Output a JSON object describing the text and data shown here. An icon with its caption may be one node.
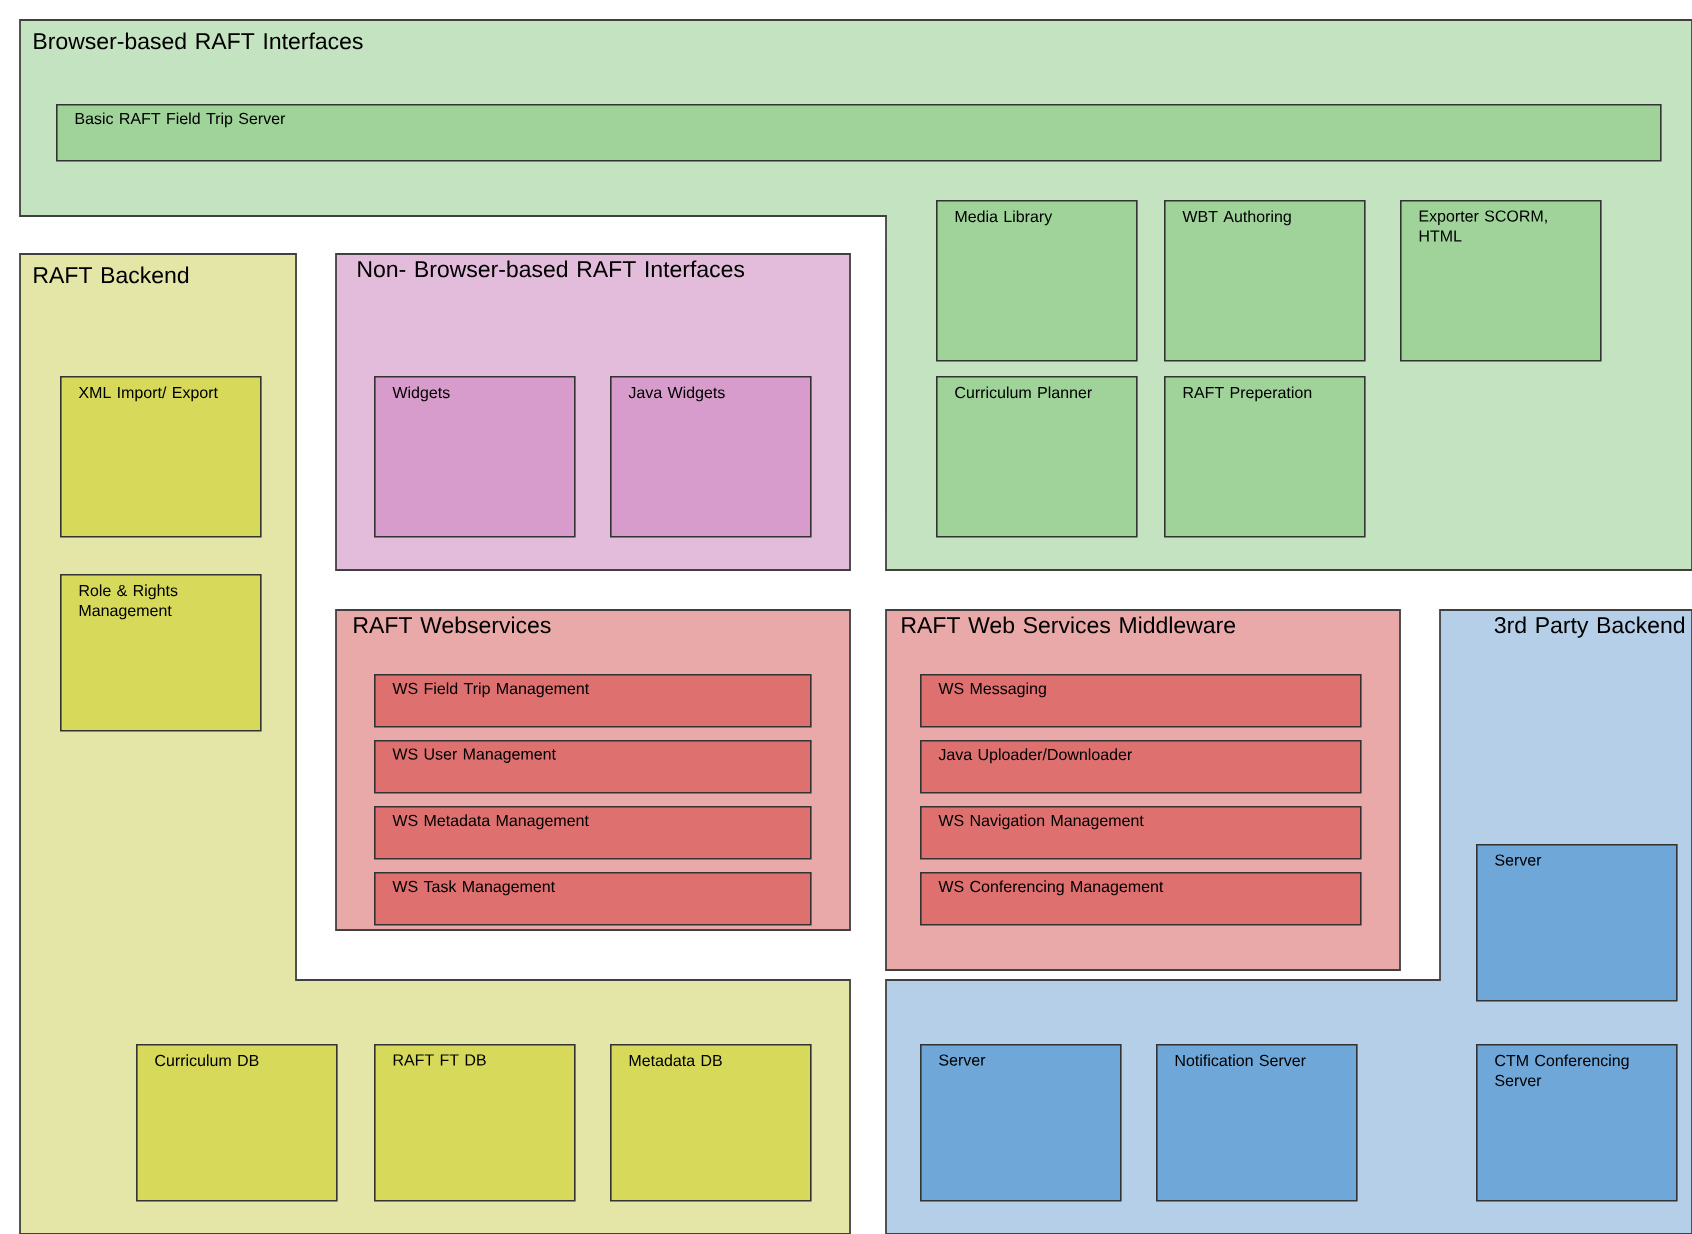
{
  "diagram": {
    "nodes": [
      {
        "text": [
          "Browser-based RAFT Interfaces"
        ]
      },
      {
        "text": [
          "Basic RAFT Field Trip Server"
        ],
        "in": 0
      },
      {
        "text": [
          "Media Library"
        ],
        "in": 0
      },
      {
        "text": [
          "WBT Authoring"
        ],
        "in": 0
      },
      {
        "text": [
          "Exporter SCORM, HTML"
        ],
        "in": 0
      },
      {
        "text": [
          "Curriculum Planner"
        ],
        "in": 0
      },
      {
        "text": [
          "RAFT Preperation"
        ],
        "in": 0
      },
      {
        "text": [
          "RAFT Backend"
        ]
      },
      {
        "text": [
          "XML Import/ Export"
        ],
        "in": 7
      },
      {
        "text": [
          "Role & Rights Management"
        ],
        "in": 7
      },
      {
        "text": [
          "Curriculum DB"
        ],
        "in": 7
      },
      {
        "text": [
          "RAFT FT DB"
        ],
        "in": 7
      },
      {
        "text": [
          "Metadata DB"
        ],
        "in": 7
      },
      {
        "text": [
          "Non- Browser-based RAFT Interfaces"
        ]
      },
      {
        "text": [
          "Widgets"
        ],
        "in": 13
      },
      {
        "text": [
          "Java Widgets"
        ],
        "in": 13
      },
      {
        "text": [
          "RAFT Webservices"
        ]
      },
      {
        "text": [
          "WS Field Trip Management"
        ],
        "in": 16
      },
      {
        "text": [
          "WS User Management"
        ],
        "in": 16
      },
      {
        "text": [
          "WS Metadata Management"
        ],
        "in": 16
      },
      {
        "text": [
          "WS Task Management"
        ],
        "in": 16
      },
      {
        "text": [
          "RAFT Web Services Middleware"
        ]
      },
      {
        "text": [
          "WS Messaging"
        ],
        "in": 21
      },
      {
        "text": [
          "Java Uploader/Downloader"
        ],
        "in": 21
      },
      {
        "text": [
          "WS Navigation Management"
        ],
        "in": 21
      },
      {
        "text": [
          "WS Conferencing Management"
        ],
        "in": 21
      },
      {
        "text": [
          "3rd Party Backend"
        ]
      },
      {
        "text": [
          "Server"
        ],
        "in": 26
      },
      {
        "text": [
          "Server"
        ],
        "in": 26
      },
      {
        "text": [
          "Notification Server"
        ],
        "in": 26
      },
      {
        "text": [
          "CTM Conferencing Server"
        ],
        "in": 26
      }
    ]
  }
}
